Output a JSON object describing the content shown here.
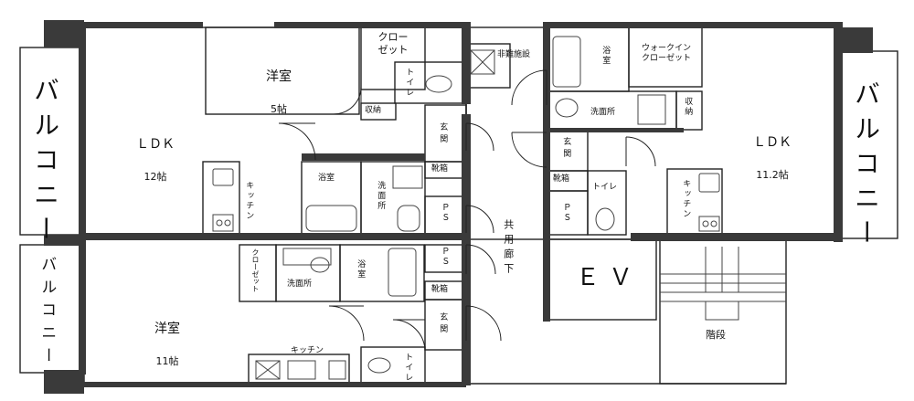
{
  "rooms": {
    "balcony_left_top": "バルコニー",
    "balcony_left_bottom": "バルコニー",
    "balcony_right": "バルコニー",
    "ldk_left": {
      "name": "ＬＤＫ",
      "size": "12帖"
    },
    "ldk_right": {
      "name": "ＬＤＫ",
      "size": "11.2帖"
    },
    "western_5": {
      "name": "洋室",
      "size": "5帖"
    },
    "western_11": {
      "name": "洋室",
      "size": "11帖"
    },
    "closet_top": "クロー\nゼット",
    "closet_small": "クローゼット",
    "walkin": "ウォークイン\nクローゼット",
    "storage": "収納",
    "toilet": "トイレ",
    "entrance": "玄関",
    "shoe": "靴箱",
    "bath": "浴室",
    "washroom": "洗面所",
    "kitchen": "キッチン",
    "ps": "ＰＳ",
    "evac": "非難施設",
    "corridor": "共用廊下",
    "ev": "ＥＶ",
    "stairs": "階段"
  }
}
